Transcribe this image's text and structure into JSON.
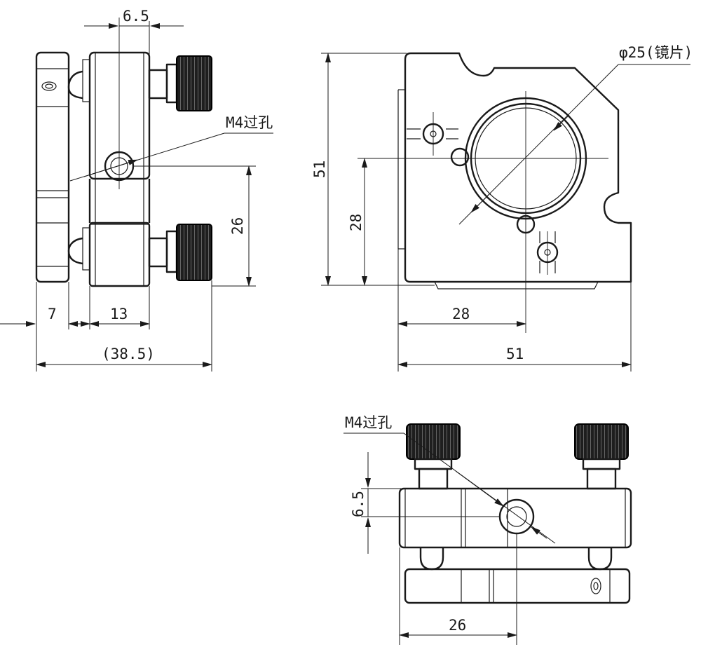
{
  "colors": {
    "line": "#1a1a1a",
    "knurl": "#1e1e1e",
    "background": "#ffffff"
  },
  "side_view": {
    "dim_top": "6.5",
    "callout_hole": "M4过孔",
    "dim_height": "26",
    "dim_plate": "7",
    "dim_body": "13",
    "dim_total": "(38.5)"
  },
  "front_view": {
    "callout_lens": "φ25(镜片)",
    "dim_height": "51",
    "dim_center_height": "28",
    "dim_center_width": "28",
    "dim_width": "51"
  },
  "top_view": {
    "callout_hole": "M4过孔",
    "dim_offset": "6.5",
    "dim_spacing": "26"
  }
}
